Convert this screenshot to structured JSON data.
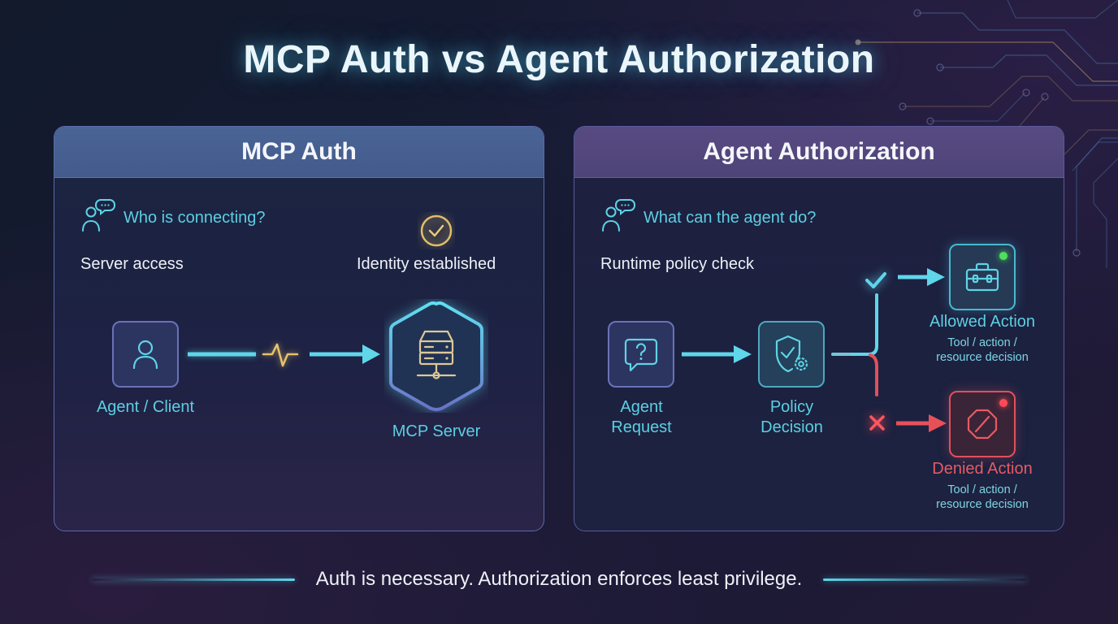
{
  "title": "MCP Auth vs Agent Authorization",
  "colors": {
    "accent_cyan": "#5fd6ea",
    "accent_gold": "#e6c06a",
    "allowed_green": "#4ee05a",
    "denied_red": "#e85a62",
    "left_header": "#4a6496",
    "right_header": "#584a82"
  },
  "left_panel": {
    "header": "MCP Auth",
    "question_icon": "user-chat-icon",
    "question": "Who is connecting?",
    "scope_label": "Server access",
    "status_icon": "check-circle-icon",
    "status_label": "Identity established",
    "flow": {
      "source": {
        "icon": "user-icon",
        "label": "Agent / Client"
      },
      "connector_icon": "pulse-icon",
      "target": {
        "icon": "server-icon",
        "label": "MCP Server"
      }
    }
  },
  "right_panel": {
    "header": "Agent Authorization",
    "question_icon": "user-chat-icon",
    "question": "What can the agent do?",
    "scope_label": "Runtime policy check",
    "flow": {
      "request": {
        "icon": "question-bubble-icon",
        "label_line1": "Agent",
        "label_line2": "Request"
      },
      "decision": {
        "icon": "shield-gear-icon",
        "label_line1": "Policy",
        "label_line2": "Decision"
      },
      "allowed": {
        "marker_icon": "check-icon",
        "icon": "toolbox-icon",
        "label": "Allowed Action",
        "sub_line1": "Tool / action /",
        "sub_line2": "resource decision"
      },
      "denied": {
        "marker_icon": "x-icon",
        "icon": "blocked-icon",
        "label": "Denied Action",
        "sub_line1": "Tool / action /",
        "sub_line2": "resource decision"
      }
    }
  },
  "footer": {
    "text": "Auth is necessary. Authorization enforces least privilege."
  }
}
